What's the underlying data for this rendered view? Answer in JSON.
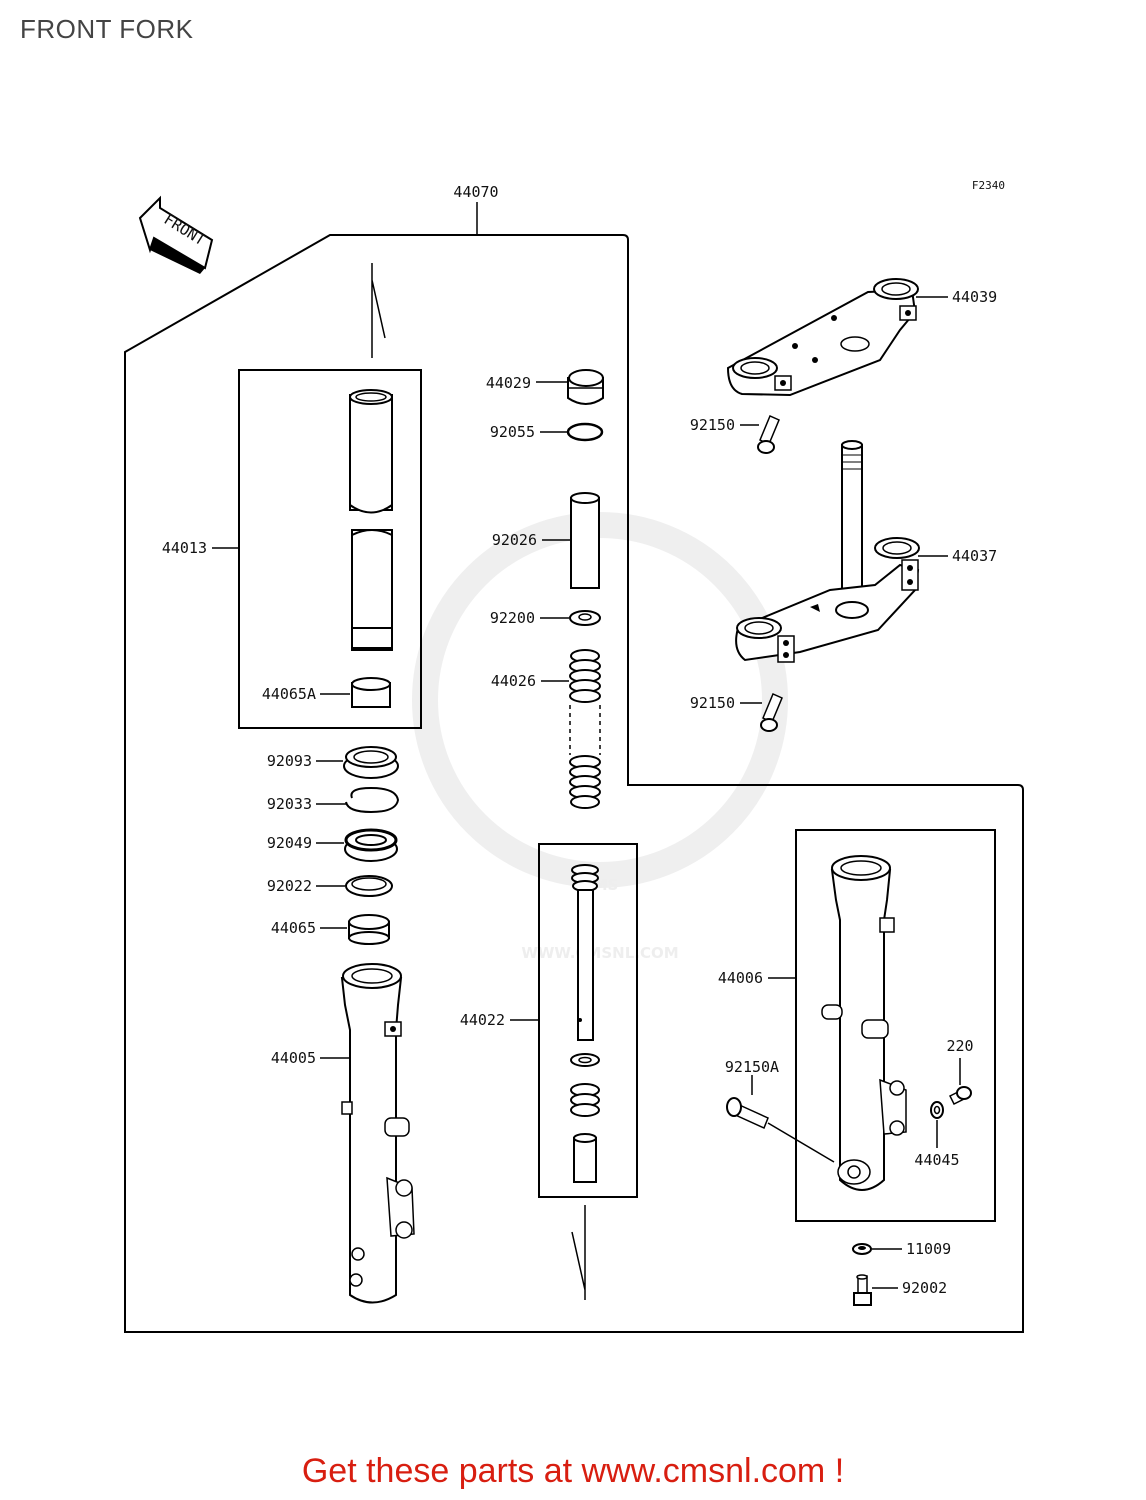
{
  "page": {
    "title": "FRONT FORK"
  },
  "diagram": {
    "code": "F2340",
    "front_label": "FRONT",
    "assembly_number": "44070",
    "watermark": {
      "logo_text": "CMS",
      "url_text": "WWW.CMSNL.COM"
    },
    "parts": [
      {
        "number": "44013"
      },
      {
        "number": "44065A"
      },
      {
        "number": "92093"
      },
      {
        "number": "92033"
      },
      {
        "number": "92049"
      },
      {
        "number": "92022"
      },
      {
        "number": "44065"
      },
      {
        "number": "44005"
      },
      {
        "number": "44029"
      },
      {
        "number": "92055"
      },
      {
        "number": "92026"
      },
      {
        "number": "92200"
      },
      {
        "number": "44026"
      },
      {
        "number": "44022"
      },
      {
        "number": "44039"
      },
      {
        "number": "92150"
      },
      {
        "number": "44037"
      },
      {
        "number": "92150"
      },
      {
        "number": "44006"
      },
      {
        "number": "92150A"
      },
      {
        "number": "220"
      },
      {
        "number": "44045"
      },
      {
        "number": "11009"
      },
      {
        "number": "92002"
      }
    ]
  },
  "footer": {
    "promo": "Get these parts at www.cmsnl.com !"
  }
}
